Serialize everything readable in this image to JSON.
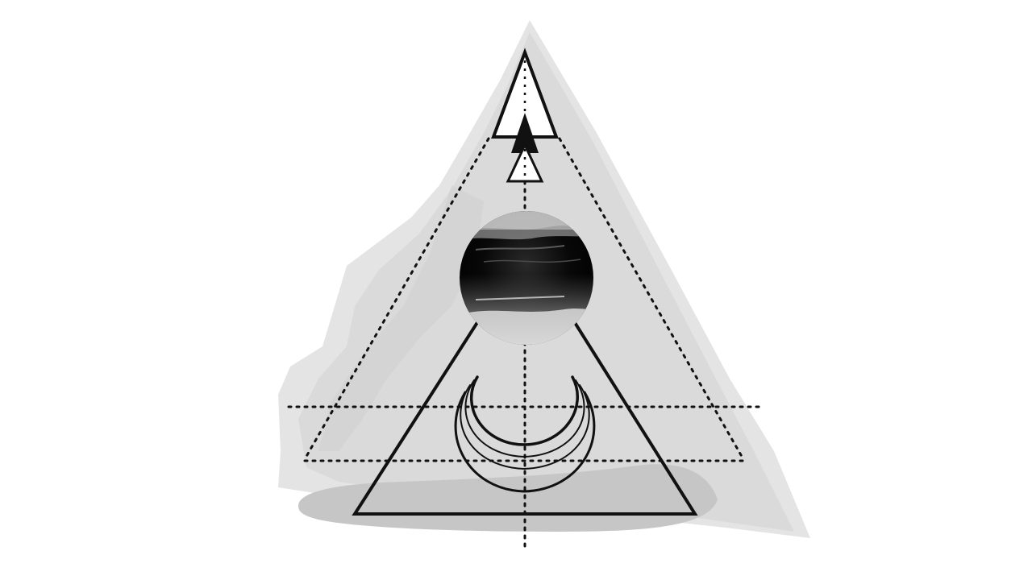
{
  "artwork": {
    "colors": {
      "background": "#ffffff",
      "watercolor_light": "#e6e6e6",
      "watercolor_mid": "#d2d2d2",
      "shadow": "#c4c4c4",
      "ink": "#111111"
    },
    "elements": [
      "watercolor-mountain",
      "dotted-triangle",
      "dotted-vertical-axis",
      "dotted-horizontal-lines",
      "solid-triangle",
      "arrow-icon",
      "moon-sphere",
      "crescent-moon-icon"
    ]
  }
}
